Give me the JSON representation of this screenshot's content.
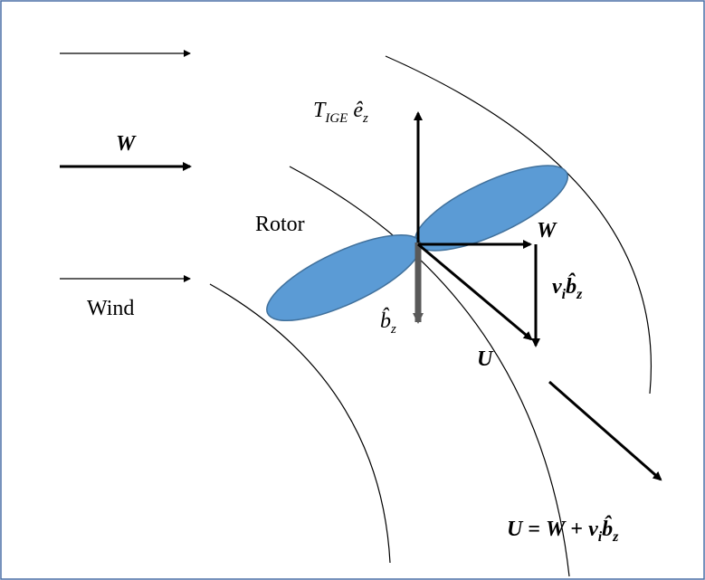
{
  "labels": {
    "tige_T": "T",
    "tige_sub": "IGE",
    "tige_e": "ê",
    "tige_z": "z",
    "w_left": "W",
    "rotor": "Rotor",
    "wind": "Wind",
    "bz_b": "b̂",
    "bz_z": "z",
    "w_right": "W",
    "vi_v": "v",
    "vi_i": "i",
    "vi_b": "b̂",
    "vi_z": "z",
    "u_label": "U",
    "eq_U": "U",
    "eq_eq": " = ",
    "eq_W": "W",
    "eq_plus": " + ",
    "eq_v": "v",
    "eq_i": "i",
    "eq_b": "b̂",
    "eq_z": "z"
  },
  "colors": {
    "frame_border": "#4a6fa5",
    "blade_fill": "#5b9bd5",
    "blade_stroke": "#41719c",
    "shaft": "#595959",
    "ink": "#000000"
  }
}
